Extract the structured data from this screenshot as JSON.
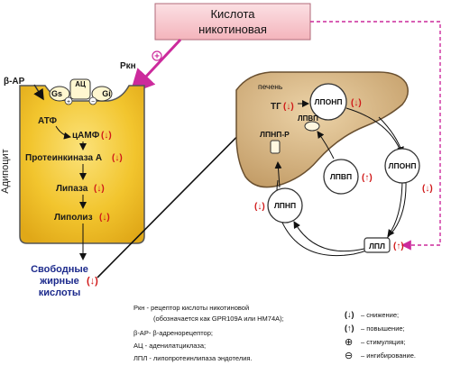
{
  "niacin_box": {
    "line1": "Кислота",
    "line2": "никотиновая"
  },
  "adipocyte": {
    "side_label": "Адипоцит",
    "beta_ar": "β-АР",
    "rkn": "Ркн",
    "ac": "АЦ",
    "gs": "Gs",
    "gi": "Gi",
    "atp": "АТФ",
    "camp": "цАМФ",
    "pka": "Протеинкиназа А",
    "lipase": "Липаза",
    "lipolysis": "Липолиз"
  },
  "ffa": {
    "line1": "Свободные",
    "line2": "жирные",
    "line3": "кислоты"
  },
  "liver": {
    "label": "печень",
    "tg": "ТГ",
    "vldl": "ЛПОНП",
    "hdl_in": "ЛПВП",
    "ldl_r": "ЛПНП-Р",
    "hdl": "ЛПВП",
    "vldl2": "ЛПОНП",
    "ldl": "ЛПНП",
    "lpl": "ЛПЛ"
  },
  "symbols": {
    "down": "↓",
    "up": "↑",
    "plus": "+",
    "minus": "−"
  },
  "legend_left": [
    "Ркн - рецептор кислоты никотиновой",
    "(обозначается как GPR109A или HM74A);",
    "β-АР- β-адренорецептор;",
    "АЦ - аденилатциклаза;",
    "ЛПЛ - липопротеинлипаза эндотелия."
  ],
  "legend_right": [
    {
      "symbol": "(↓)",
      "text": "– снижение;"
    },
    {
      "symbol": "(↑)",
      "text": "– повышение;"
    },
    {
      "symbol": "⊕",
      "text": "– стимуляция;"
    },
    {
      "symbol": "⊖",
      "text": "– ингибирование."
    }
  ],
  "colors": {
    "cell_fill": "#f2c52e",
    "cell_border": "#555555",
    "niacin_fill": "#f7c7cd",
    "liver_fill": "#d8b88a",
    "liver_border": "#6a5030",
    "arrow_magenta": "#cc2a9c",
    "ffa_text": "#1c2a8c",
    "red_arrow": "#d01818"
  }
}
